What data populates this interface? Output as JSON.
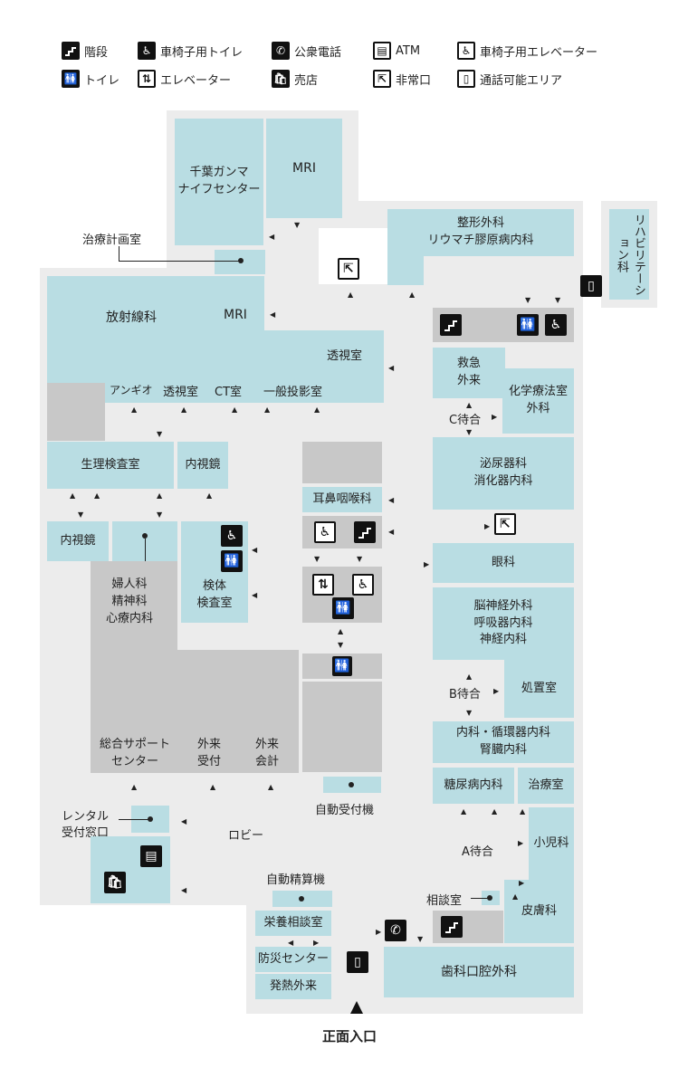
{
  "legend": {
    "stairs": "階段",
    "toilet": "トイレ",
    "wheelchair_toilet": "車椅子用トイレ",
    "elevator": "エレベーター",
    "public_phone": "公衆電話",
    "shop": "売店",
    "atm": "ATM",
    "emergency_exit": "非常口",
    "wheelchair_elevator": "車椅子用エレベーター",
    "phone_area": "通話可能エリア"
  },
  "rooms": {
    "gamma_knife": "千葉ガンマ\nナイフセンター",
    "mri_top": "MRI",
    "treatment_planning": "治療計画室",
    "orthopedics": "整形外科\nリウマチ膠原病内科",
    "rehabilitation": "リハビリテーション科",
    "radiology": "放射線科",
    "mri_mid": "MRI",
    "fluoroscopy_room": "透視室",
    "angio": "アンギオ",
    "fluoroscopy": "透視室",
    "ct": "CT室",
    "general_xray": "一般投影室",
    "emergency": "救急\n外来",
    "chemotherapy": "化学療法室\n外科",
    "wait_c": "C待合",
    "physiology": "生理検査室",
    "endoscopy_right": "内視鏡",
    "ent": "耳鼻咽喉科",
    "urology": "泌尿器科\n消化器内科",
    "endoscopy_left": "内視鏡",
    "ophthalmology": "眼科",
    "gynecology": "婦人科\n精神科\n心療内科",
    "specimen_lab": "検体\n検査室",
    "neurology": "脳神経外科\n呼吸器内科\n神経内科",
    "wait_b": "B待合",
    "treatment_b": "処置室",
    "internal_medicine": "内科・循環器内科\n腎臓内科",
    "support_center": "総合サポート\nセンター",
    "outpatient_reception": "外来\n受付",
    "outpatient_billing": "外来\n会計",
    "diabetes": "糖尿病内科",
    "treatment_room": "治療室",
    "auto_reception": "自動受付機",
    "rental": "レンタル\n受付窓口",
    "lobby": "ロビー",
    "wait_a": "A待合",
    "pediatrics": "小児科",
    "auto_payment": "自動精算機",
    "consultation": "相談室",
    "nutrition": "栄養相談室",
    "dermatology": "皮膚科",
    "disaster_center": "防災センター",
    "dental": "歯科口腔外科",
    "fever_clinic": "発熱外来"
  },
  "entrance": "正面入口",
  "colors": {
    "room": "#b9dde3",
    "floor": "#ececec",
    "service": "#c8c8c8",
    "icon": "#111111"
  },
  "icons": {
    "stairs": "stairs-icon",
    "toilet": "toilet-icon",
    "wheelchair": "wheelchair-icon",
    "phone": "phone-icon",
    "shop": "shop-icon",
    "atm": "atm-icon",
    "exit": "exit-icon",
    "elevator": "elevator-icon",
    "mobile": "mobile-phone-icon"
  }
}
